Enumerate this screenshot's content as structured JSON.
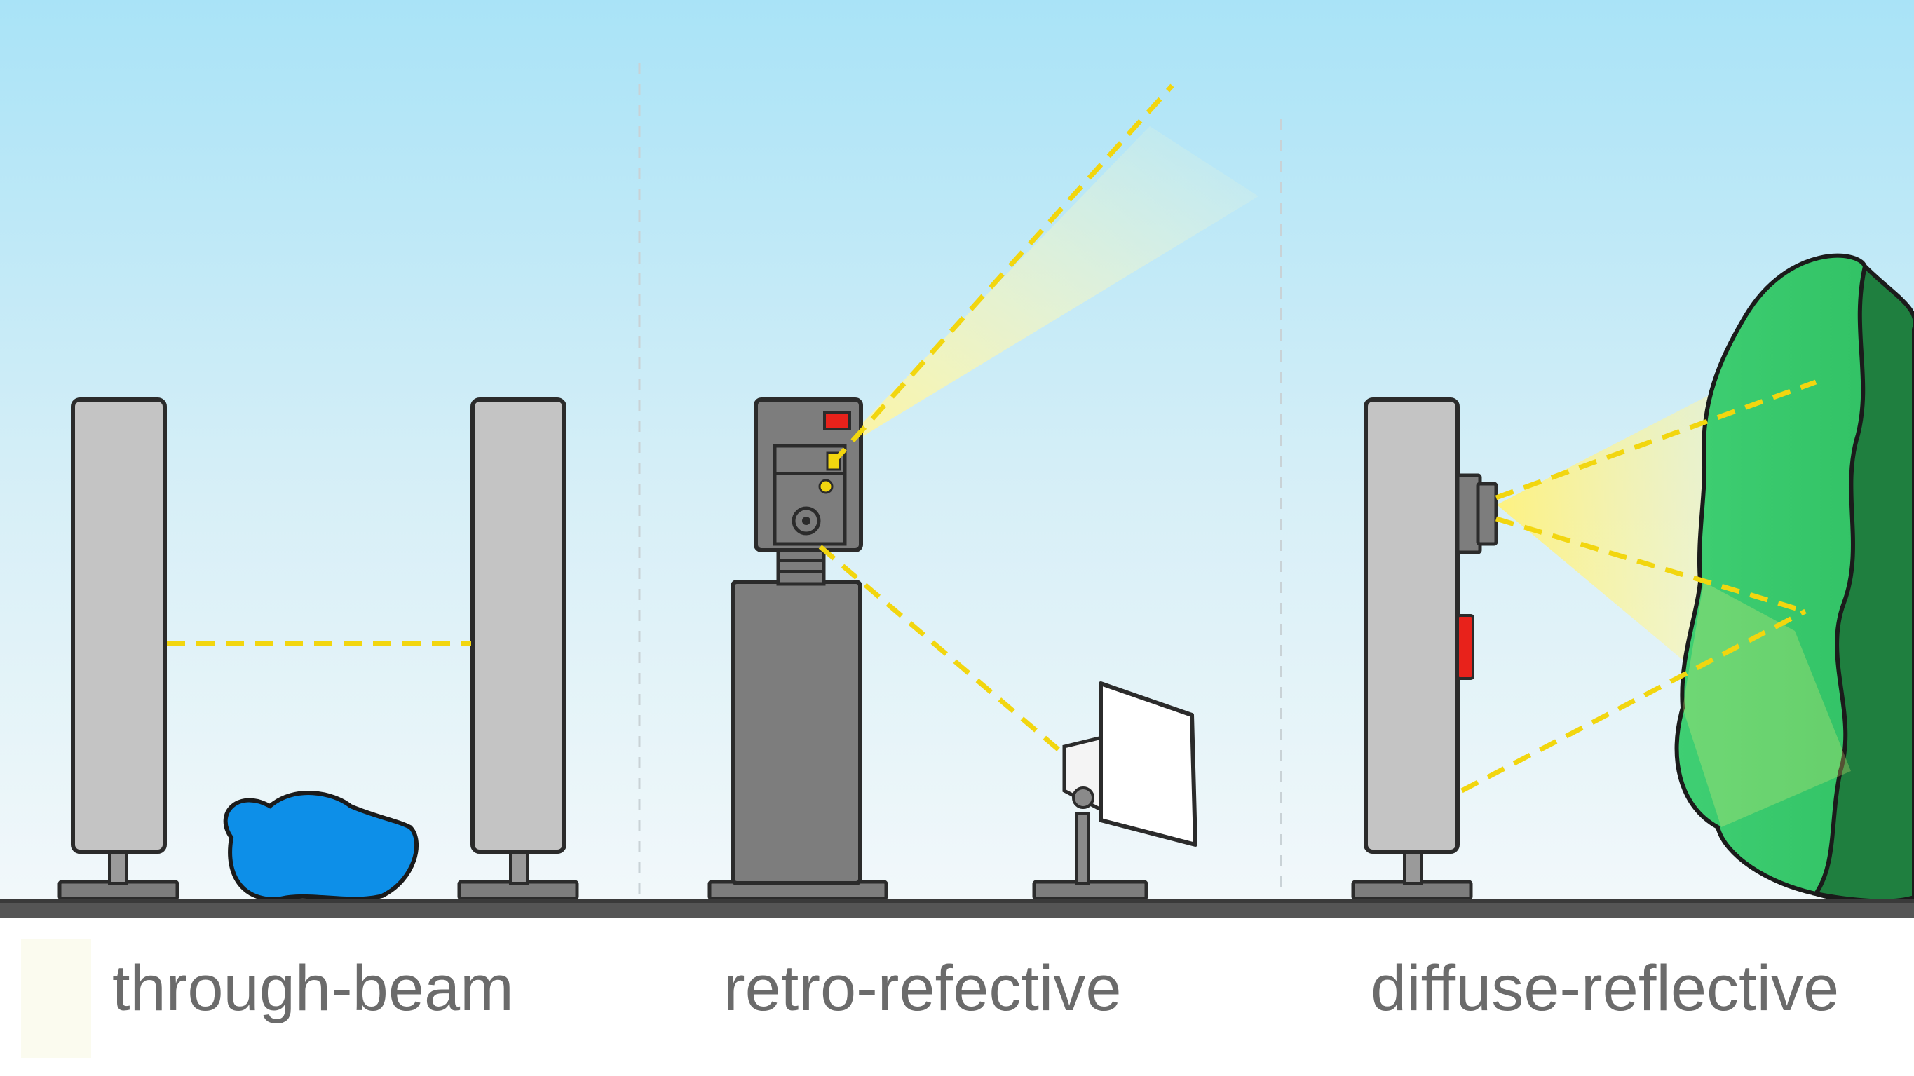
{
  "captions": {
    "through_beam": "through-beam",
    "retro_reflective": "retro-refective",
    "diffuse_reflective": "diffuse-reflective"
  },
  "colors": {
    "sky_top": "#a9e3f7",
    "sky_bottom": "#f2f8fa",
    "beam": "#f2d60f",
    "sensor_gray": "#c4c4c4",
    "housing_dark": "#7d7d7d",
    "indicator_red": "#e8221b",
    "object_blue": "#0d8fe8",
    "object_green": "#33c96b",
    "floor": "#555555",
    "caption_text": "#6b6b6b"
  },
  "icons": {
    "through_beam_emitter": "sensor-pillar-icon",
    "through_beam_receiver": "sensor-pillar-icon",
    "target_object": "blob-icon",
    "retro_sensor": "camera-sensor-icon",
    "reflector": "reflector-panel-icon",
    "diffuse_sensor": "sensor-pillar-icon",
    "diffuse_target": "rock-icon"
  }
}
